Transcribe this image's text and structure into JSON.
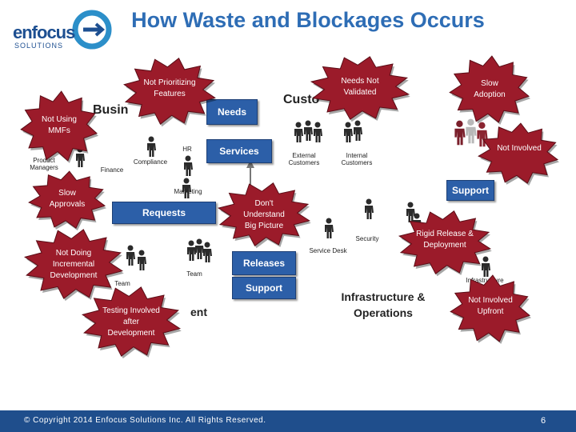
{
  "title": "How Waste and Blockages Occurs",
  "logo": {
    "name": "enfocus",
    "sub": "SOLUTIONS"
  },
  "footer": {
    "copyright": "© Copyright 2014 Enfocus Solutions Inc. All Rights Reserved.",
    "page": "6"
  },
  "group_labels": {
    "business": "Busin",
    "customers": "Custo",
    "infra": "Infrastructure & Operations",
    "development": "ent"
  },
  "boxes": {
    "needs": "Needs",
    "services": "Services",
    "requests": "Requests",
    "releases": "Releases",
    "support_center": "Support",
    "support_right": "Support"
  },
  "people_labels": {
    "product_managers": "Product Managers",
    "finance": "Finance",
    "compliance": "Compliance",
    "hr": "HR",
    "marketing": "Marketing",
    "external_customers": "External Customers",
    "internal_customers": "Internal Customers",
    "security": "Security",
    "service_desk": "Service Desk",
    "team1": "Team",
    "team2": "Team",
    "infrastructure": "Infrastructure"
  },
  "bursts": {
    "not_using_mmfs": "Not Using MMFs",
    "not_prioritizing": "Not Prioritizing Features",
    "needs_not_validated": "Needs Not Validated",
    "slow_adoption": "Slow Adoption",
    "not_involved": "Not Involved",
    "slow_approvals": "Slow Approvals",
    "dont_understand": "Don't Understand Big Picture",
    "not_doing_incremental": "Not Doing Incremental Development",
    "rigid_release": "Rigid Release & Deployment",
    "testing_involved": "Testing Involved after Development",
    "not_involved_upfront": "Not Involved Upfront"
  },
  "colors": {
    "burst": "#9b1b2a",
    "burst_edge": "#5a0d16",
    "box": "#2c5fa8",
    "title": "#2e6db5",
    "footer": "#1f4e8c"
  }
}
